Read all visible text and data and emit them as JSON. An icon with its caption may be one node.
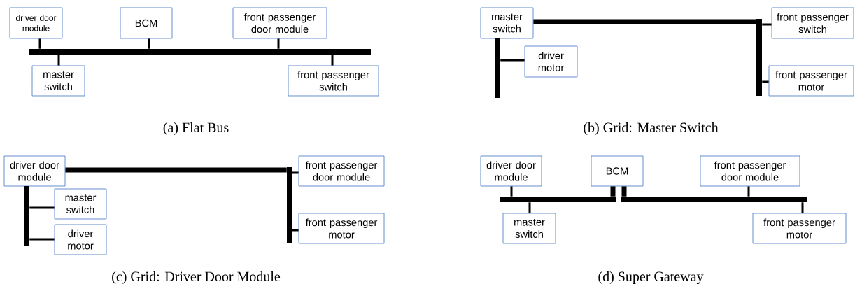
{
  "diagram": {
    "nodes": [
      {
        "text": [
          "driver door module"
        ]
      },
      {
        "text": [
          "BCM"
        ]
      },
      {
        "text": [
          "front passenger door module"
        ]
      },
      {
        "text": [],
        "shape": "bar"
      },
      {
        "text": [
          "master switch"
        ]
      },
      {
        "text": [
          "front passenger switch"
        ]
      },
      {
        "text": [
          "master switch"
        ]
      },
      {
        "text": [
          "front passenger switch"
        ]
      },
      {
        "text": [],
        "shape": "bar"
      },
      {
        "text": [
          "driver motor"
        ]
      },
      {
        "text": [],
        "shape": "bar"
      },
      {
        "text": [
          "front passenger motor"
        ]
      },
      {
        "text": [
          "driver door module"
        ]
      },
      {
        "text": [
          "front passenger door module"
        ]
      },
      {
        "text": [],
        "shape": "bar"
      },
      {
        "text": [
          "master switch"
        ]
      },
      {
        "text": [],
        "shape": "bar"
      },
      {
        "text": [
          "driver motor"
        ]
      },
      {
        "text": [
          "front passenger motor"
        ]
      },
      {
        "text": [
          "driver door module"
        ]
      },
      {
        "text": [
          "BCM"
        ]
      },
      {
        "text": [
          "front passenger door module"
        ]
      },
      {
        "text": [],
        "shape": "bar"
      },
      {
        "text": [],
        "shape": "bar"
      },
      {
        "text": [
          "master switch"
        ]
      },
      {
        "text": [
          "front passenger motor"
        ]
      }
    ],
    "edges": [
      {
        "from": 0,
        "to": 3,
        "arrow": "none"
      },
      {
        "from": 1,
        "to": 3,
        "arrow": "none"
      },
      {
        "from": 2,
        "to": 3,
        "arrow": "none"
      },
      {
        "from": 4,
        "to": 3,
        "arrow": "none"
      },
      {
        "from": 5,
        "to": 3,
        "arrow": "none"
      },
      {
        "from": 6,
        "to": 10,
        "arrow": "none",
        "style": "thick"
      },
      {
        "from": 9,
        "to": 8,
        "arrow": "none"
      },
      {
        "from": 7,
        "to": 10,
        "arrow": "none"
      },
      {
        "from": 11,
        "to": 10,
        "arrow": "none"
      },
      {
        "from": 12,
        "to": 16,
        "arrow": "none",
        "style": "thick"
      },
      {
        "from": 15,
        "to": 14,
        "arrow": "none"
      },
      {
        "from": 17,
        "to": 14,
        "arrow": "none"
      },
      {
        "from": 13,
        "to": 16,
        "arrow": "none"
      },
      {
        "from": 18,
        "to": 16,
        "arrow": "none"
      },
      {
        "from": 19,
        "to": 22,
        "arrow": "none"
      },
      {
        "from": 24,
        "to": 22,
        "arrow": "none"
      },
      {
        "from": 22,
        "to": 20,
        "arrow": "none",
        "style": "thick"
      },
      {
        "from": 23,
        "to": 20,
        "arrow": "none",
        "style": "thick"
      },
      {
        "from": 21,
        "to": 23,
        "arrow": "none"
      },
      {
        "from": 25,
        "to": 23,
        "arrow": "none"
      }
    ],
    "labels": [
      "(a) Flat Bus",
      "(b) Grid: Master Switch",
      "(c) Grid: Driver Door Module",
      "(d) Super Gateway"
    ]
  }
}
